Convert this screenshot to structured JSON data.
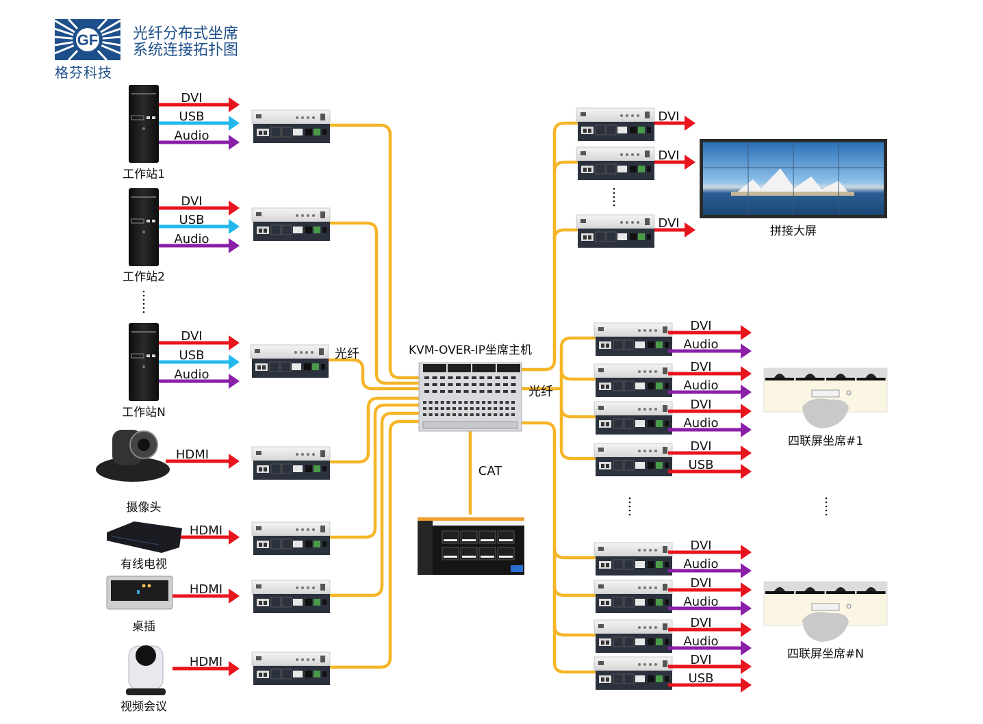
{
  "header": {
    "company": "格芬科技",
    "logo_letters": "GF",
    "title_line1": "光纤分布式坐席",
    "title_line2": "系统连接拓扑图"
  },
  "colors": {
    "fiber": "#f5b527",
    "dvi": "#e8141e",
    "usb": "#22b8ec",
    "audio": "#8a1fa8",
    "hdmi": "#e8141e",
    "brand": "#1d4f8a"
  },
  "sources": [
    {
      "name": "工作站1",
      "kind": "pc",
      "signals": [
        "DVI",
        "USB",
        "Audio"
      ]
    },
    {
      "name": "工作站2",
      "kind": "pc",
      "signals": [
        "DVI",
        "USB",
        "Audio"
      ]
    },
    {
      "name": "工作站N",
      "kind": "pc",
      "signals": [
        "DVI",
        "USB",
        "Audio"
      ],
      "fiber_label": "光纤"
    },
    {
      "name": "摄像头",
      "kind": "ptz-camera",
      "signals": [
        "HDMI"
      ]
    },
    {
      "name": "有线电视",
      "kind": "settop-box",
      "signals": [
        "HDMI"
      ]
    },
    {
      "name": "桌插",
      "kind": "desk-socket",
      "signals": [
        "HDMI"
      ]
    },
    {
      "name": "视频会议",
      "kind": "conference-camera",
      "signals": [
        "HDMI"
      ]
    }
  ],
  "host": {
    "label": "KVM-OVER-IP坐席主机",
    "fiber_label": "光纤",
    "cat_label": "CAT"
  },
  "video_wall": {
    "label": "拼接大屏",
    "outputs": [
      "DVI",
      "DVI",
      "DVI"
    ]
  },
  "seats": [
    {
      "label": "四联屏坐席#1",
      "receivers": [
        [
          "DVI",
          "Audio"
        ],
        [
          "DVI",
          "Audio"
        ],
        [
          "DVI",
          "Audio"
        ],
        [
          "DVI",
          "USB"
        ]
      ]
    },
    {
      "label": "四联屏坐席#N",
      "receivers": [
        [
          "DVI",
          "Audio"
        ],
        [
          "DVI",
          "Audio"
        ],
        [
          "DVI",
          "Audio"
        ],
        [
          "DVI",
          "USB"
        ]
      ]
    }
  ]
}
